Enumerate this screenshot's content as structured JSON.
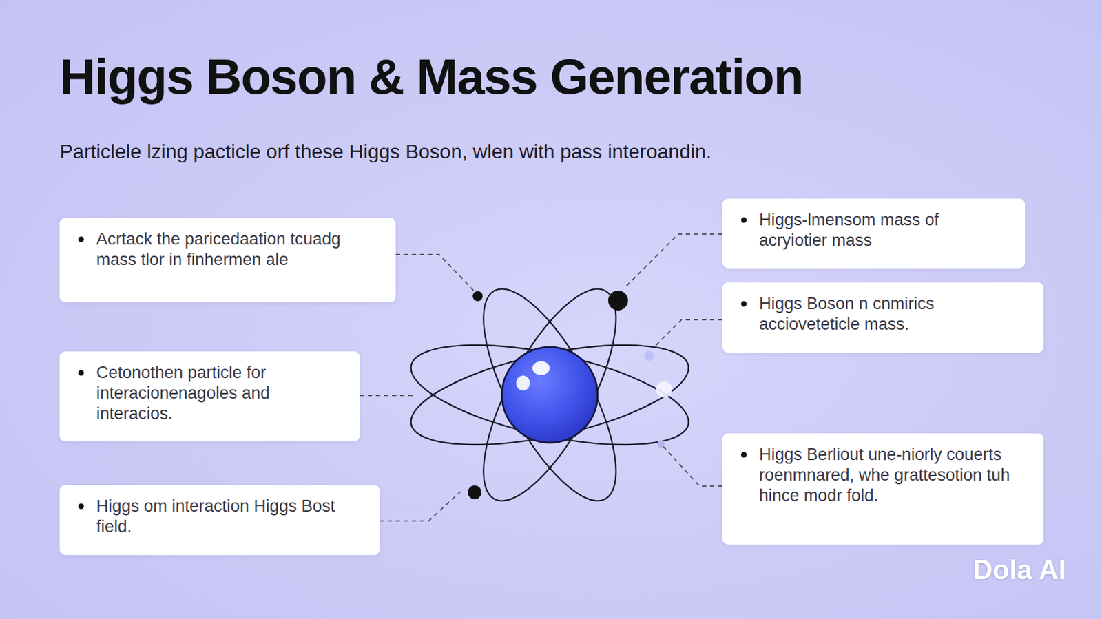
{
  "diagram": {
    "title": "Higgs Boson & Mass Generation",
    "nodes": [
      {
        "text": [
          "Acrtack the paricedaation tcuadg mass tlor in finhermen ale"
        ]
      },
      {
        "text": [
          "Cetonothen particle for interacionenagoles and interacios."
        ]
      },
      {
        "text": [
          "Higgs om interaction Higgs Bost field."
        ]
      },
      {
        "text": [
          "Higgs-lmensom mass of acryiotier mass"
        ]
      },
      {
        "text": [
          "Higgs Boson n cnmirics accioveteticle mass."
        ]
      },
      {
        "text": [
          "Higgs Berliout une-niorly couerts roenmnared, whe grattesotion tuh hince modr fold."
        ]
      }
    ],
    "edges": [],
    "labels": [
      "Particlele lzing pacticle orf these Higgs Boson, wlen with pass interoandin.",
      "Dola AI"
    ]
  }
}
